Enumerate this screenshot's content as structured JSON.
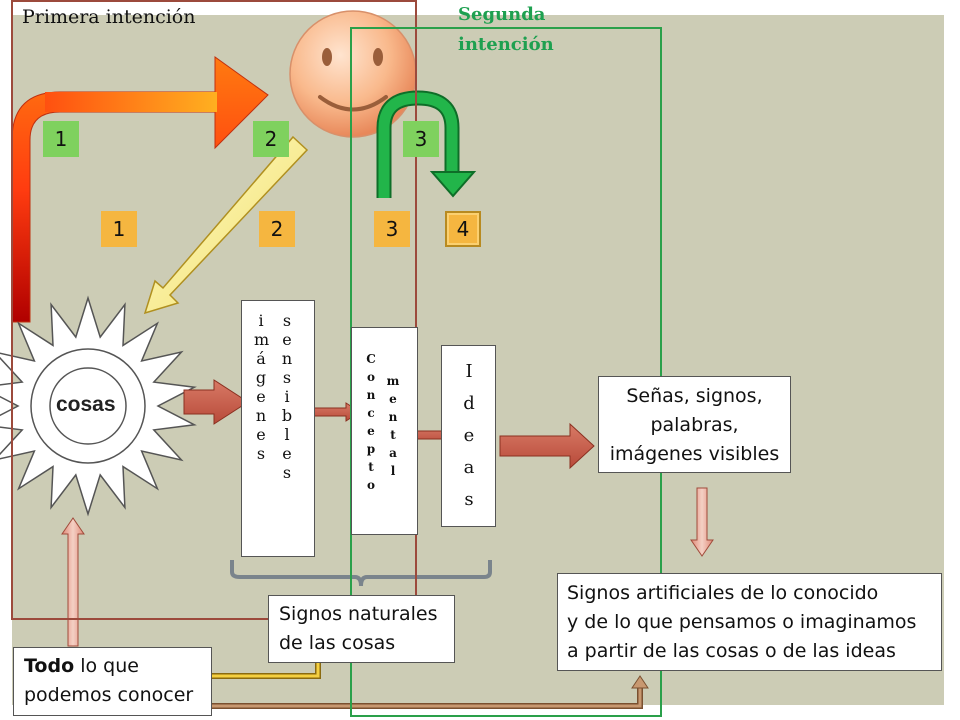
{
  "titles": {
    "primera": "Primera intención",
    "segunda_1": "Segunda",
    "segunda_2": "intención"
  },
  "green_badges": [
    "1",
    "2",
    "3"
  ],
  "orange_badges": [
    "1",
    "2",
    "3",
    "4"
  ],
  "cosas": "cosas",
  "imagenes_sensibles": {
    "left": [
      "i",
      "m",
      "á",
      "g",
      "e",
      "n",
      "e",
      "s"
    ],
    "right": [
      "s",
      "e",
      "n",
      "s",
      "i",
      "b",
      "l",
      "e",
      "s"
    ]
  },
  "conceptos_mentales": {
    "left": [
      "C",
      "o",
      "n",
      "c",
      "e",
      "p",
      "t",
      "o"
    ],
    "right": [
      "m",
      "e",
      "n",
      "t",
      "a",
      "l"
    ]
  },
  "ideas": [
    "I",
    "d",
    "e",
    "a",
    "s"
  ],
  "senas": [
    "Señas, signos,",
    "palabras,",
    "imágenes visibles"
  ],
  "artificiales": [
    "Signos artificiales de lo conocido",
    "y de lo que pensamos o imaginamos",
    "a partir de las cosas o de las ideas"
  ],
  "naturales": [
    "Signos naturales",
    "de las cosas"
  ],
  "todo": {
    "bold": "Todo",
    "rest": " lo que",
    "line2": "podemos conocer"
  },
  "colors": {
    "background": "#ccccb5",
    "frame_primera": "#9c4a3c",
    "frame_segunda": "#2aa04a",
    "green_badge": "#7fd15e",
    "orange_badge": "#f5b640",
    "arrow_red": "#c85a4a",
    "arrow_green": "#1aa040",
    "sun_face": "#f9b98c"
  }
}
